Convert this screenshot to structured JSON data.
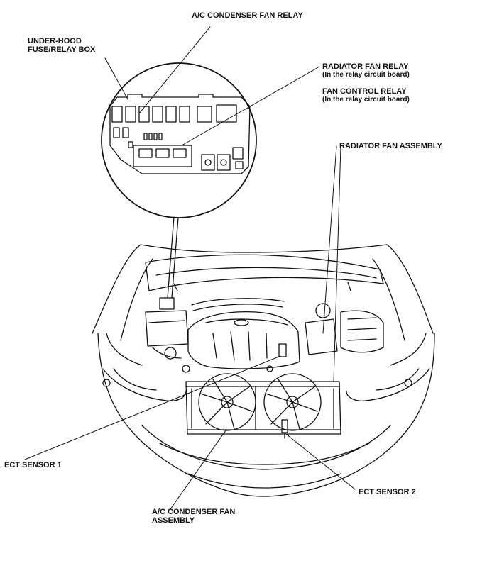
{
  "labels": {
    "ac_condenser_fan_relay": "A/C CONDENSER FAN RELAY",
    "under_hood_box": [
      "UNDER-HOOD",
      "FUSE/RELAY BOX"
    ],
    "radiator_fan_relay": [
      "RADIATOR FAN RELAY",
      "(In the relay circuit board)"
    ],
    "fan_control_relay": [
      "FAN CONTROL RELAY",
      "(In the relay circuit board)"
    ],
    "radiator_fan_assembly": "RADIATOR FAN ASSEMBLY",
    "ect_sensor_1": "ECT SENSOR 1",
    "ect_sensor_2": "ECT SENSOR 2",
    "ac_condenser_fan_assembly": [
      "A/C CONDENSER FAN",
      "ASSEMBLY"
    ]
  },
  "colors": {
    "ink": "#111111",
    "background": "#ffffff"
  },
  "icons": [
    "relay-box-detail",
    "engine-bay",
    "fan-assembly",
    "sensor"
  ]
}
